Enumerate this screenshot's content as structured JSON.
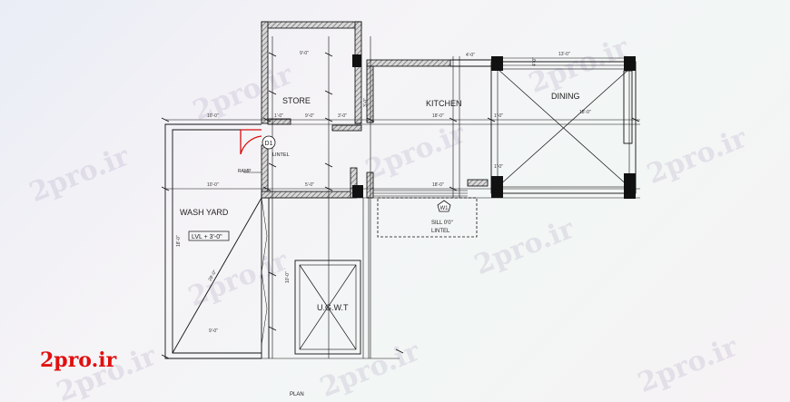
{
  "labels": {
    "store": "STORE",
    "kitchen": "KITCHEN",
    "dining": "DINING",
    "wash_yard": "WASH YARD",
    "level": "LVL + 3'-0\"",
    "door_tag": "D1",
    "lintel_door": "LINTEL",
    "window_tag": "W1",
    "sill": "SILL 0'0\"",
    "lintel_window": "LINTEL",
    "ugwt": "U.G.W.T",
    "plan": "PLAN",
    "ramp": "RAMP"
  },
  "dimensions": {
    "d_top_store": "9'-0\"",
    "d_10_left": "10'-0\"",
    "d_10_wash": "10'-0\"",
    "d_9_store_mid": "9'-0\"",
    "d_kitchen_h": "18'-0\"",
    "d_kitchen_h2": "18'-0\"",
    "d_dining_h": "18'-0\"",
    "d_dining_top": "13'-0\"",
    "d_4_top": "4'-0\"",
    "d_3_store": "3'-0\"",
    "d_5_store": "5'-0\"",
    "d_9_bottom": "9'-0\"",
    "d_diag": "29'-0\"",
    "d_wash_v": "18'-0\"",
    "d_ugwt_v": "10'-0\"",
    "d_small1": "1'-0\"",
    "d_small2": "1'-0\"",
    "d_small3": "1'-0\"",
    "d_small4": "4'-0\"",
    "d_small5": "3'-0\""
  },
  "watermarks": [
    "2pro.ir",
    "2pro.ir",
    "2pro.ir",
    "2pro.ir",
    "2pro.ir",
    "2pro.ir",
    "2pro.ir",
    "2pro.ir",
    "2pro.ir",
    "2pro.ir"
  ],
  "logo": "2pro.ir"
}
